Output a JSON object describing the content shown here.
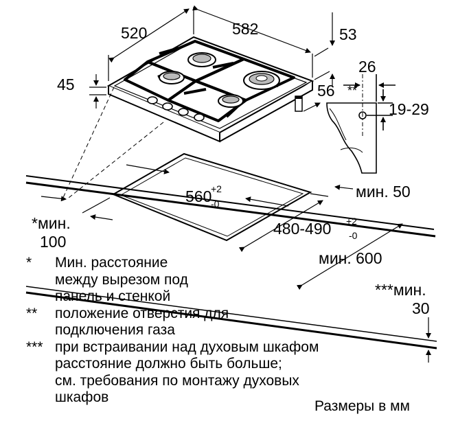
{
  "dimensions": {
    "hob_depth": "520",
    "hob_width": "582",
    "hob_height_right": "53",
    "hob_height_left": "45",
    "gas_pipe_offset": "56",
    "gas_inlet_width": "26",
    "gas_inlet_mark": "**",
    "gas_inlet_height": "19-29",
    "cutout_width_base": "560",
    "cutout_width_tol_plus": "+2",
    "cutout_width_tol_minus": "-0",
    "cutout_depth_base": "480-490",
    "cutout_depth_tol_plus": "+2",
    "cutout_depth_tol_minus": "-0",
    "min_front_edge": "мин. 50",
    "min_wall_line1": "*мин.",
    "min_wall_line2": "100",
    "min_worktop_depth": "мин. 600",
    "min_oven_line1": "***мин.",
    "min_oven_line2": "30"
  },
  "notes": [
    {
      "mark": "*",
      "lines": [
        "Мин. расстояние",
        "между вырезом под",
        "панель и стенкой"
      ]
    },
    {
      "mark": "**",
      "lines": [
        "положение отверстия для",
        "подключения газа"
      ]
    },
    {
      "mark": "***",
      "lines": [
        "при встраивании над духовым шкафом",
        "расстояние должно быть больше;",
        "см. требования по монтажу духовых",
        "шкафов"
      ]
    }
  ],
  "units_label": "Размеры в мм"
}
